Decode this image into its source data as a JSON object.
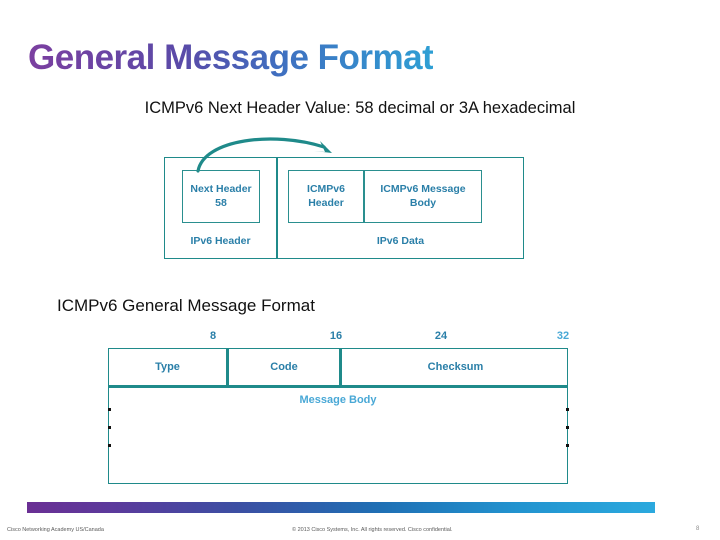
{
  "slide": {
    "title": "General Message Format",
    "subtitle": "ICMPv6 Next Header Value: 58 decimal or 3A hexadecimal",
    "section_heading": "ICMPv6 General Message Format"
  },
  "packet_diagram": {
    "next_header_label": "Next Header",
    "next_header_value": "58",
    "icmpv6_header_label": "ICMPv6\nHeader",
    "icmpv6_header_line1": "ICMPv6",
    "icmpv6_header_line2": "Header",
    "icmpv6_body_line1": "ICMPv6 Message",
    "icmpv6_body_line2": "Body",
    "ipv6_header_caption": "IPv6 Header",
    "ipv6_data_caption": "IPv6 Data",
    "arrow_name": "curved-arrow-next-header-to-icmpv6"
  },
  "message_format": {
    "bit_ticks": [
      "8",
      "16",
      "24",
      "32"
    ],
    "fields": [
      {
        "name": "Type",
        "bits": 8
      },
      {
        "name": "Code",
        "bits": 8
      },
      {
        "name": "Checksum",
        "bits": 16
      }
    ],
    "body_label": "Message Body",
    "ellipsis": "•"
  },
  "footer": {
    "left": "Cisco Networking Academy  US/Canada",
    "center": "© 2013 Cisco Systems, Inc. All rights reserved. Cisco confidential.",
    "page": "8"
  },
  "colors": {
    "title_gradient_start": "#7b3fa0",
    "title_gradient_end": "#2e9fd4",
    "diagram_stroke": "#1f8a8a",
    "label_blue": "#2a7fa8",
    "light_blue": "#49a8d6",
    "footer_bar_start": "#6a2f94",
    "footer_bar_end": "#2ba9de"
  }
}
